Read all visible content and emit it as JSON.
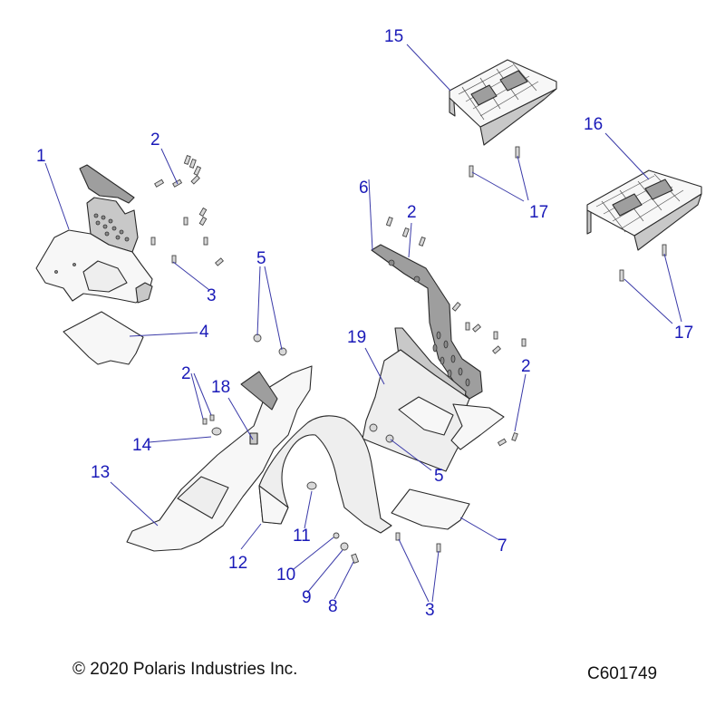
{
  "diagram": {
    "type": "exploded parts diagram",
    "callout_color": "#1a1ab8",
    "callouts": [
      {
        "id": "c1",
        "label": "1"
      },
      {
        "id": "c2a",
        "label": "2"
      },
      {
        "id": "c3a",
        "label": "3"
      },
      {
        "id": "c4",
        "label": "4"
      },
      {
        "id": "c5a",
        "label": "5"
      },
      {
        "id": "c6",
        "label": "6"
      },
      {
        "id": "c2b",
        "label": "2"
      },
      {
        "id": "c15",
        "label": "15"
      },
      {
        "id": "c16",
        "label": "16"
      },
      {
        "id": "c17a",
        "label": "17"
      },
      {
        "id": "c17b",
        "label": "17"
      },
      {
        "id": "c19",
        "label": "19"
      },
      {
        "id": "c2c",
        "label": "2"
      },
      {
        "id": "c5b",
        "label": "5"
      },
      {
        "id": "c2d",
        "label": "2"
      },
      {
        "id": "c18",
        "label": "18"
      },
      {
        "id": "c14",
        "label": "14"
      },
      {
        "id": "c13",
        "label": "13"
      },
      {
        "id": "c11",
        "label": "11"
      },
      {
        "id": "c12",
        "label": "12"
      },
      {
        "id": "c10",
        "label": "10"
      },
      {
        "id": "c9",
        "label": "9"
      },
      {
        "id": "c8",
        "label": "8"
      },
      {
        "id": "c3b",
        "label": "3"
      },
      {
        "id": "c7",
        "label": "7"
      }
    ]
  },
  "footer": {
    "copyright": "© 2020 Polaris Industries Inc.",
    "drawing_number": "C601749"
  }
}
